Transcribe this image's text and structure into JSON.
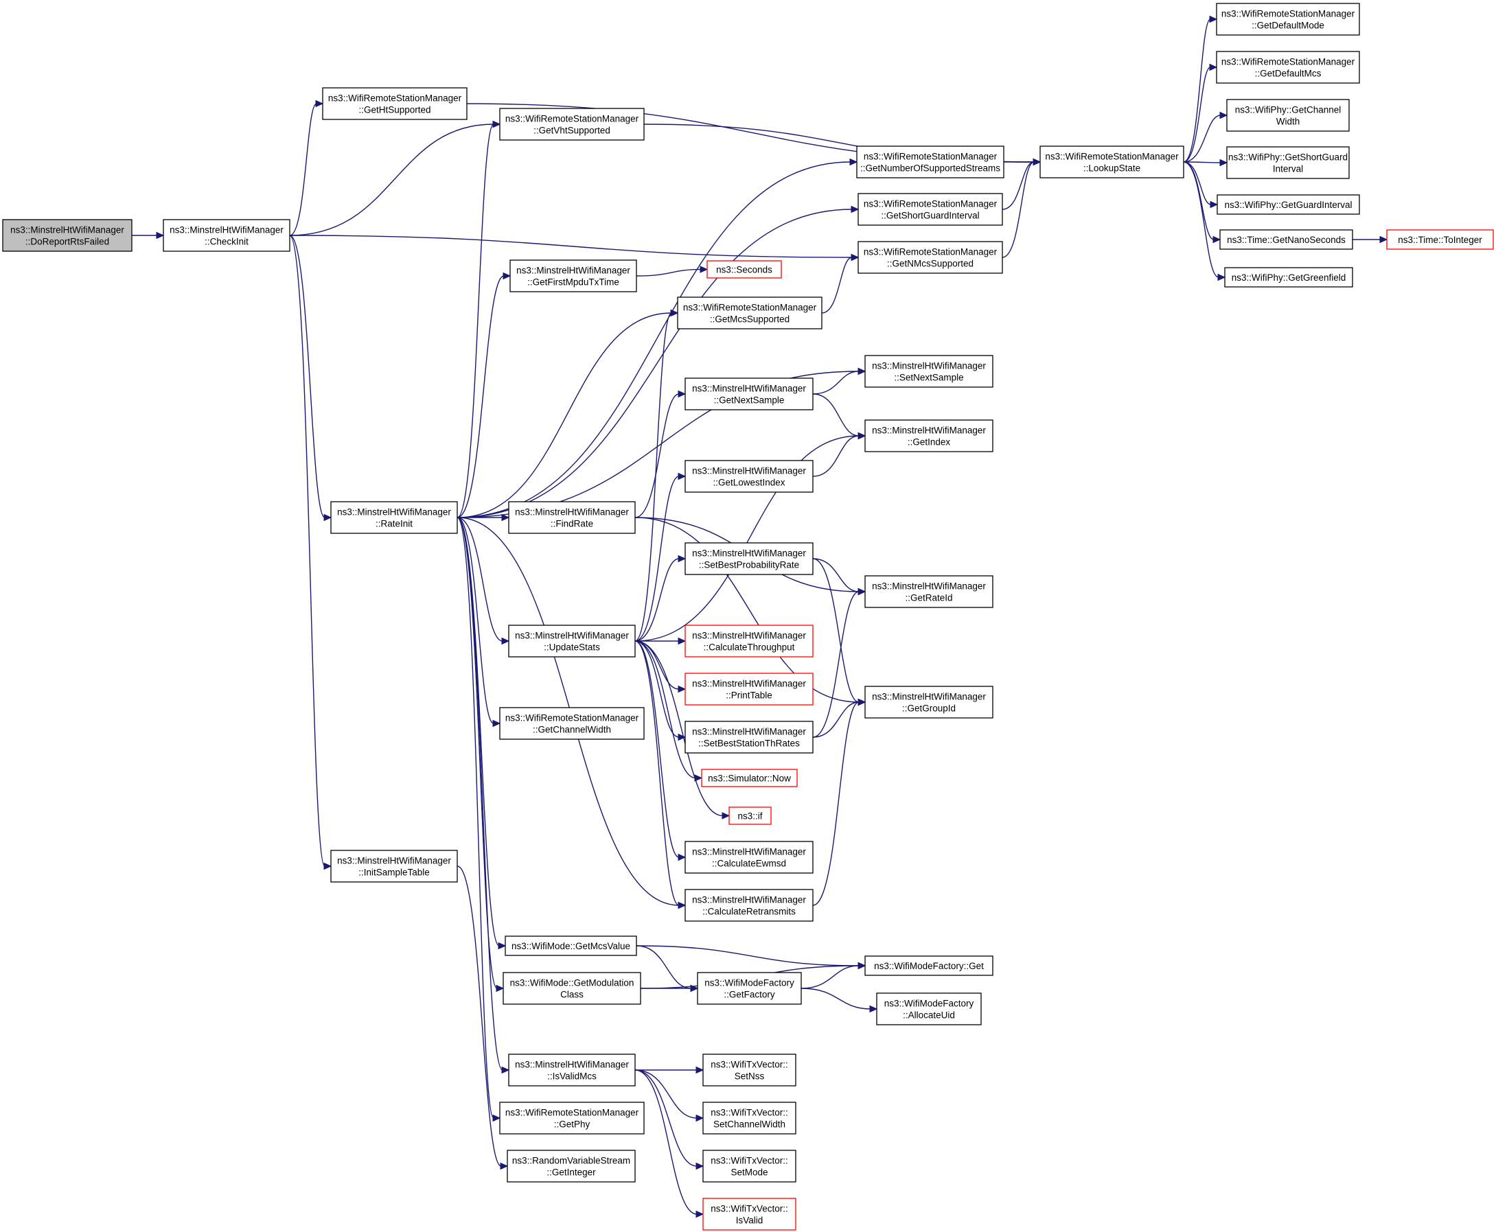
{
  "colors": {
    "edge": "#191970",
    "node_border": "#000000",
    "node_border_truncated": "#ff0000",
    "node_fill": "#ffffff",
    "root_fill": "#bfbfbf"
  },
  "nodes": [
    {
      "id": "n0",
      "lines": [
        "ns3::MinstrelHtWifiManager",
        "::DoReportRtsFailed"
      ],
      "root": true
    },
    {
      "id": "n1",
      "lines": [
        "ns3::MinstrelHtWifiManager",
        "::CheckInit"
      ]
    },
    {
      "id": "n2",
      "lines": [
        "ns3::WifiRemoteStationManager",
        "::GetHtSupported"
      ]
    },
    {
      "id": "n3",
      "lines": [
        "ns3::WifiRemoteStationManager",
        "::GetVhtSupported"
      ]
    },
    {
      "id": "n4",
      "lines": [
        "ns3::WifiRemoteStationManager",
        "::GetNumberOfSupportedStreams"
      ]
    },
    {
      "id": "n5",
      "lines": [
        "ns3::WifiRemoteStationManager",
        "::GetShortGuardInterval"
      ]
    },
    {
      "id": "n6",
      "lines": [
        "ns3::WifiRemoteStationManager",
        "::GetNMcsSupported"
      ]
    },
    {
      "id": "n7",
      "lines": [
        "ns3::WifiRemoteStationManager",
        "::LookupState"
      ]
    },
    {
      "id": "n8",
      "lines": [
        "ns3::WifiRemoteStationManager",
        "::GetDefaultMode"
      ]
    },
    {
      "id": "n9",
      "lines": [
        "ns3::WifiRemoteStationManager",
        "::GetDefaultMcs"
      ]
    },
    {
      "id": "n10",
      "lines": [
        "ns3::WifiPhy::GetChannel",
        "Width"
      ]
    },
    {
      "id": "n11",
      "lines": [
        "ns3::WifiPhy::GetShortGuard",
        "Interval"
      ]
    },
    {
      "id": "n12",
      "lines": [
        "ns3::WifiPhy::GetGuardInterval"
      ]
    },
    {
      "id": "n13",
      "lines": [
        "ns3::Time::GetNanoSeconds"
      ]
    },
    {
      "id": "n14",
      "lines": [
        "ns3::Time::ToInteger"
      ],
      "red": true
    },
    {
      "id": "n15",
      "lines": [
        "ns3::WifiPhy::GetGreenfield"
      ]
    },
    {
      "id": "n16",
      "lines": [
        "ns3::MinstrelHtWifiManager",
        "::GetFirstMpduTxTime"
      ]
    },
    {
      "id": "n17",
      "lines": [
        "ns3::Seconds"
      ],
      "red": true
    },
    {
      "id": "n18",
      "lines": [
        "ns3::WifiRemoteStationManager",
        "::GetMcsSupported"
      ]
    },
    {
      "id": "n19",
      "lines": [
        "ns3::MinstrelHtWifiManager",
        "::SetNextSample"
      ]
    },
    {
      "id": "n20",
      "lines": [
        "ns3::MinstrelHtWifiManager",
        "::GetNextSample"
      ]
    },
    {
      "id": "n21",
      "lines": [
        "ns3::MinstrelHtWifiManager",
        "::GetIndex"
      ]
    },
    {
      "id": "n22",
      "lines": [
        "ns3::MinstrelHtWifiManager",
        "::GetLowestIndex"
      ]
    },
    {
      "id": "n23",
      "lines": [
        "ns3::MinstrelHtWifiManager",
        "::RateInit"
      ]
    },
    {
      "id": "n24",
      "lines": [
        "ns3::MinstrelHtWifiManager",
        "::FindRate"
      ]
    },
    {
      "id": "n25",
      "lines": [
        "ns3::MinstrelHtWifiManager",
        "::SetBestProbabilityRate"
      ]
    },
    {
      "id": "n26",
      "lines": [
        "ns3::MinstrelHtWifiManager",
        "::GetRateId"
      ]
    },
    {
      "id": "n27",
      "lines": [
        "ns3::MinstrelHtWifiManager",
        "::UpdateStats"
      ]
    },
    {
      "id": "n28",
      "lines": [
        "ns3::MinstrelHtWifiManager",
        "::CalculateThroughput"
      ],
      "red": true
    },
    {
      "id": "n29",
      "lines": [
        "ns3::MinstrelHtWifiManager",
        "::PrintTable"
      ],
      "red": true
    },
    {
      "id": "n30",
      "lines": [
        "ns3::MinstrelHtWifiManager",
        "::GetGroupId"
      ]
    },
    {
      "id": "n31",
      "lines": [
        "ns3::WifiRemoteStationManager",
        "::GetChannelWidth"
      ]
    },
    {
      "id": "n32",
      "lines": [
        "ns3::MinstrelHtWifiManager",
        "::SetBestStationThRates"
      ]
    },
    {
      "id": "n33",
      "lines": [
        "ns3::Simulator::Now"
      ],
      "red": true
    },
    {
      "id": "n34",
      "lines": [
        "ns3::if"
      ],
      "red": true
    },
    {
      "id": "n35",
      "lines": [
        "ns3::MinstrelHtWifiManager",
        "::InitSampleTable"
      ]
    },
    {
      "id": "n36",
      "lines": [
        "ns3::MinstrelHtWifiManager",
        "::CalculateEwmsd"
      ]
    },
    {
      "id": "n37",
      "lines": [
        "ns3::MinstrelHtWifiManager",
        "::CalculateRetransmits"
      ]
    },
    {
      "id": "n38",
      "lines": [
        "ns3::WifiMode::GetMcsValue"
      ]
    },
    {
      "id": "n39",
      "lines": [
        "ns3::WifiModeFactory::Get"
      ]
    },
    {
      "id": "n40",
      "lines": [
        "ns3::WifiMode::GetModulation",
        "Class"
      ]
    },
    {
      "id": "n41",
      "lines": [
        "ns3::WifiModeFactory",
        "::GetFactory"
      ]
    },
    {
      "id": "n42",
      "lines": [
        "ns3::WifiModeFactory",
        "::AllocateUid"
      ]
    },
    {
      "id": "n43",
      "lines": [
        "ns3::MinstrelHtWifiManager",
        "::IsValidMcs"
      ]
    },
    {
      "id": "n44",
      "lines": [
        "ns3::WifiTxVector::",
        "SetNss"
      ]
    },
    {
      "id": "n45",
      "lines": [
        "ns3::WifiRemoteStationManager",
        "::GetPhy"
      ]
    },
    {
      "id": "n46",
      "lines": [
        "ns3::WifiTxVector::",
        "SetChannelWidth"
      ]
    },
    {
      "id": "n47",
      "lines": [
        "ns3::RandomVariableStream",
        "::GetInteger"
      ]
    },
    {
      "id": "n48",
      "lines": [
        "ns3::WifiTxVector::",
        "SetMode"
      ]
    },
    {
      "id": "n49",
      "lines": [
        "ns3::WifiTxVector::",
        "IsValid"
      ],
      "red": true
    }
  ],
  "edges": [
    [
      "n0",
      "n1"
    ],
    [
      "n1",
      "n2"
    ],
    [
      "n1",
      "n3"
    ],
    [
      "n1",
      "n6"
    ],
    [
      "n1",
      "n23"
    ],
    [
      "n1",
      "n35"
    ],
    [
      "n2",
      "n7"
    ],
    [
      "n3",
      "n7"
    ],
    [
      "n4",
      "n7"
    ],
    [
      "n5",
      "n7"
    ],
    [
      "n6",
      "n7"
    ],
    [
      "n18",
      "n6"
    ],
    [
      "n7",
      "n8"
    ],
    [
      "n7",
      "n9"
    ],
    [
      "n7",
      "n10"
    ],
    [
      "n7",
      "n11"
    ],
    [
      "n7",
      "n12"
    ],
    [
      "n7",
      "n13"
    ],
    [
      "n7",
      "n15"
    ],
    [
      "n13",
      "n14"
    ],
    [
      "n16",
      "n17"
    ],
    [
      "n23",
      "n3"
    ],
    [
      "n23",
      "n4"
    ],
    [
      "n23",
      "n5"
    ],
    [
      "n23",
      "n16"
    ],
    [
      "n23",
      "n18"
    ],
    [
      "n23",
      "n19"
    ],
    [
      "n23",
      "n24"
    ],
    [
      "n23",
      "n27"
    ],
    [
      "n23",
      "n31"
    ],
    [
      "n23",
      "n37"
    ],
    [
      "n23",
      "n38"
    ],
    [
      "n23",
      "n40"
    ],
    [
      "n23",
      "n43"
    ],
    [
      "n23",
      "n45"
    ],
    [
      "n20",
      "n19"
    ],
    [
      "n20",
      "n21"
    ],
    [
      "n22",
      "n21"
    ],
    [
      "n24",
      "n20"
    ],
    [
      "n24",
      "n26"
    ],
    [
      "n24",
      "n30"
    ],
    [
      "n25",
      "n26"
    ],
    [
      "n25",
      "n30"
    ],
    [
      "n32",
      "n26"
    ],
    [
      "n32",
      "n30"
    ],
    [
      "n37",
      "n30"
    ],
    [
      "n27",
      "n18"
    ],
    [
      "n27",
      "n21"
    ],
    [
      "n27",
      "n22"
    ],
    [
      "n27",
      "n25"
    ],
    [
      "n27",
      "n28"
    ],
    [
      "n27",
      "n29"
    ],
    [
      "n27",
      "n32"
    ],
    [
      "n27",
      "n33"
    ],
    [
      "n27",
      "n34"
    ],
    [
      "n27",
      "n36"
    ],
    [
      "n27",
      "n37"
    ],
    [
      "n35",
      "n47"
    ],
    [
      "n38",
      "n39"
    ],
    [
      "n38",
      "n41"
    ],
    [
      "n40",
      "n41"
    ],
    [
      "n40",
      "n39"
    ],
    [
      "n41",
      "n39"
    ],
    [
      "n41",
      "n42"
    ],
    [
      "n43",
      "n44"
    ],
    [
      "n43",
      "n46"
    ],
    [
      "n43",
      "n48"
    ],
    [
      "n43",
      "n49"
    ]
  ]
}
